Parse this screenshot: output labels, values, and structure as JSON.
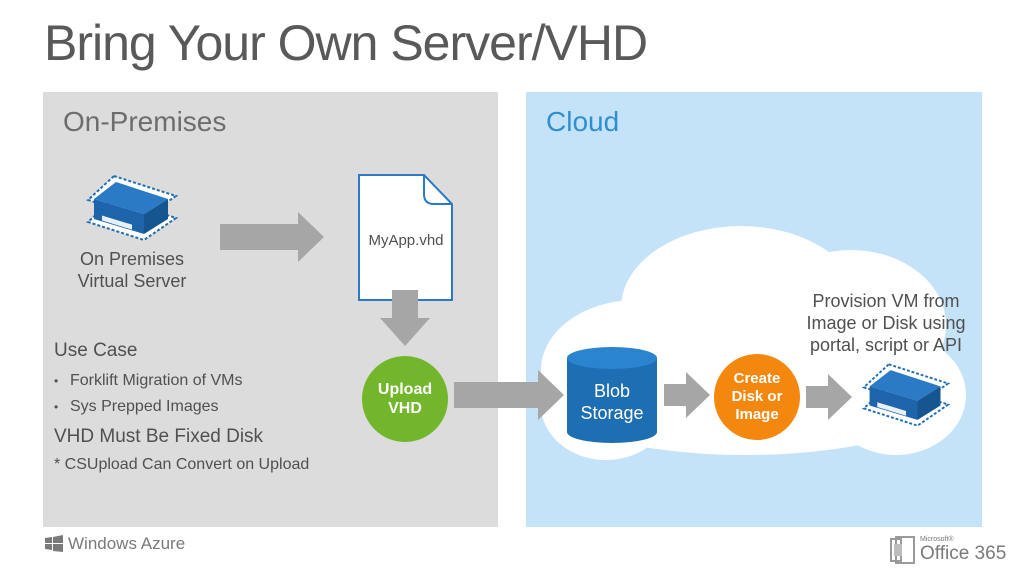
{
  "title": "Bring Your Own Server/VHD",
  "panels": {
    "onprem": {
      "title": "On-Premises"
    },
    "cloud": {
      "title": "Cloud"
    }
  },
  "server_label": [
    "On Premises",
    "Virtual Server"
  ],
  "file_label": "MyApp.vhd",
  "upload_circle": [
    "Upload",
    "VHD"
  ],
  "use_case": {
    "heading": "Use Case",
    "items": [
      "Forklift Migration of VMs",
      "Sys Prepped Images"
    ],
    "heading2": "VHD Must Be Fixed Disk",
    "note": "* CSUpload Can Convert on Upload"
  },
  "blob_label": [
    "Blob",
    "Storage"
  ],
  "create_circle": [
    "Create",
    "Disk or",
    "Image"
  ],
  "provision_label": [
    "Provision VM from",
    "Image or Disk using",
    "portal, script or API"
  ],
  "footer": {
    "left_brand": "Windows Azure",
    "right_brand_small": "Microsoft®",
    "right_brand": "Office 365"
  },
  "colors": {
    "onprem_bg": "#dcdcdc",
    "cloud_bg": "#c5e3f8",
    "arrow": "#a6a6a6",
    "accent_blue": "#1e6eb4",
    "green": "#72b62c",
    "orange": "#f4880f"
  },
  "icons": [
    "server-icon",
    "document-icon",
    "arrow-right-icon",
    "arrow-down-icon",
    "database-icon",
    "cloud-icon",
    "windows-logo-icon",
    "office-logo-icon"
  ]
}
